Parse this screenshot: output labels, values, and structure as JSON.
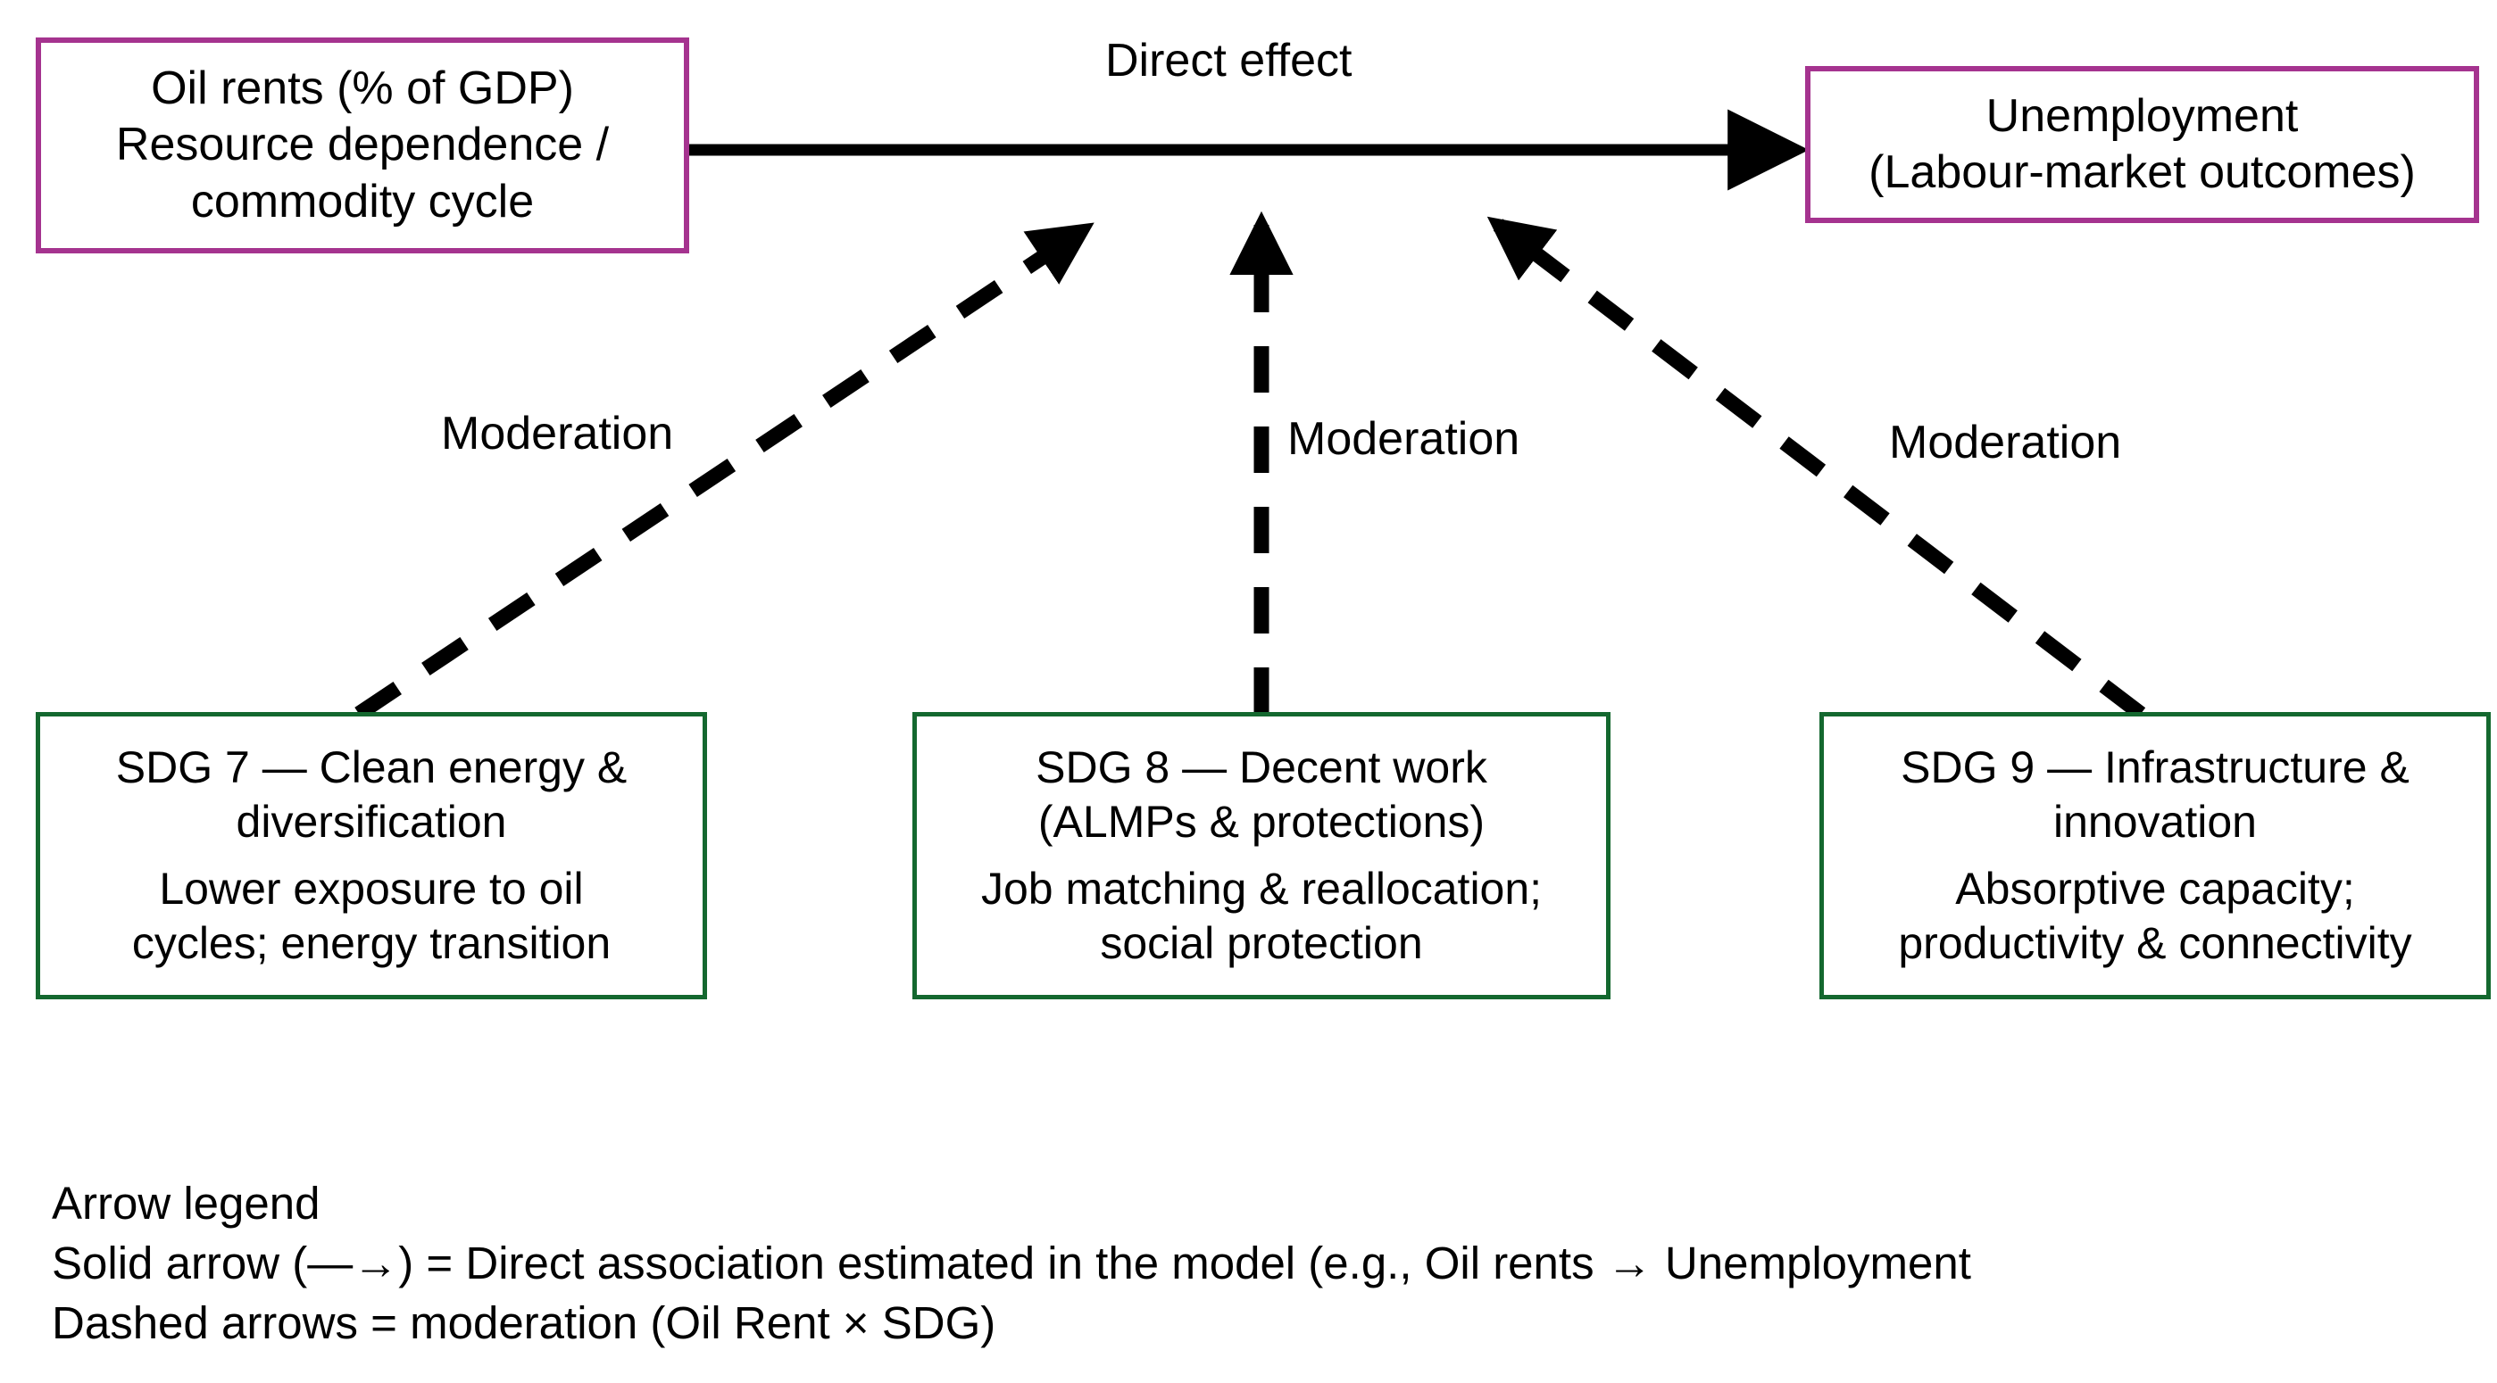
{
  "diagram": {
    "title_label": "Direct effect",
    "boxes": {
      "oil_rents": {
        "line1": "Oil rents (% of GDP)",
        "line2": "Resource dependence /",
        "line3": "commodity cycle",
        "border_color": "#A5338F"
      },
      "unemployment": {
        "line1": "Unemployment",
        "line2": "(Labour-market outcomes)",
        "border_color": "#A5338F"
      },
      "sdg7": {
        "line1": "SDG 7 — Clean energy &",
        "line2": "diversification",
        "line3": "Lower exposure to oil",
        "line4": "cycles; energy transition",
        "border_color": "#14682F"
      },
      "sdg8": {
        "line1": "SDG 8 — Decent work",
        "line2": "(ALMPs & protections)",
        "line3": "Job matching & reallocation;",
        "line4": "social protection",
        "border_color": "#14682F"
      },
      "sdg9": {
        "line1": "SDG 9 — Infrastructure &",
        "line2": "innovation",
        "line3": "Absorptive capacity;",
        "line4": "productivity & connectivity",
        "border_color": "#14682F"
      }
    },
    "moderation_labels": {
      "left": "Moderation",
      "center": "Moderation",
      "right": "Moderation"
    },
    "legend": {
      "heading": "Arrow legend",
      "line_solid": "Solid arrow (—→) = Direct association estimated in the model (e.g., Oil rents → Unemployment",
      "line_dashed": "Dashed arrows = moderation (Oil Rent × SDG)"
    },
    "arrow_color": "#000000"
  }
}
